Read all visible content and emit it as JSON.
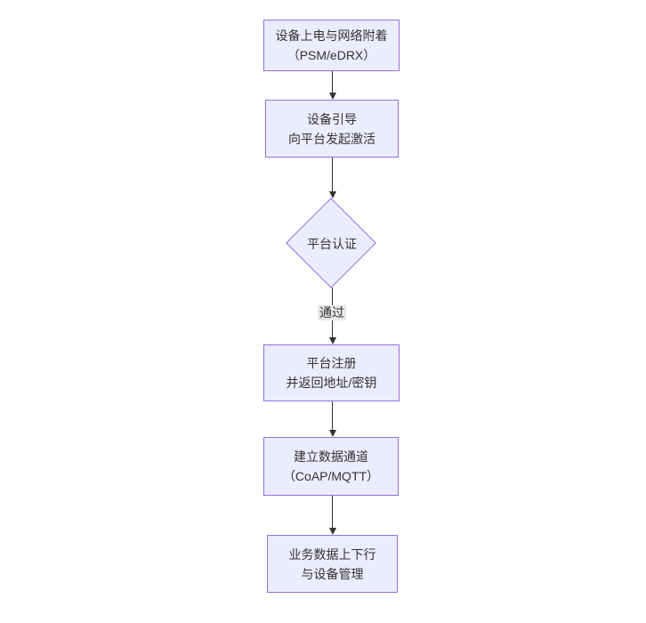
{
  "diagram": {
    "type": "flowchart",
    "direction": "top-down",
    "nodes": [
      {
        "id": "power-attach",
        "shape": "rect",
        "lines": [
          "设备上电与网络附着",
          "（PSM/eDRX）"
        ]
      },
      {
        "id": "bootstrap-activate",
        "shape": "rect",
        "lines": [
          "设备引导",
          "向平台发起激活"
        ]
      },
      {
        "id": "platform-auth",
        "shape": "diamond",
        "lines": [
          "平台认证"
        ]
      },
      {
        "id": "platform-register",
        "shape": "rect",
        "lines": [
          "平台注册",
          "并返回地址/密钥"
        ]
      },
      {
        "id": "data-channel",
        "shape": "rect",
        "lines": [
          "建立数据通道",
          "（CoAP/MQTT）"
        ]
      },
      {
        "id": "business-data",
        "shape": "rect",
        "lines": [
          "业务数据上下行",
          "与设备管理"
        ]
      }
    ],
    "edges": [
      {
        "from": "power-attach",
        "to": "bootstrap-activate",
        "label": ""
      },
      {
        "from": "bootstrap-activate",
        "to": "platform-auth",
        "label": ""
      },
      {
        "from": "platform-auth",
        "to": "platform-register",
        "label": "通过"
      },
      {
        "from": "platform-register",
        "to": "data-channel",
        "label": ""
      },
      {
        "from": "data-channel",
        "to": "business-data",
        "label": ""
      }
    ],
    "colors": {
      "node_fill": "#ECECFF",
      "node_border": "#9370DB",
      "edge_line": "#333333",
      "edge_label_bg": "#e8e8e8",
      "text": "#333333",
      "background": "#ffffff"
    }
  }
}
